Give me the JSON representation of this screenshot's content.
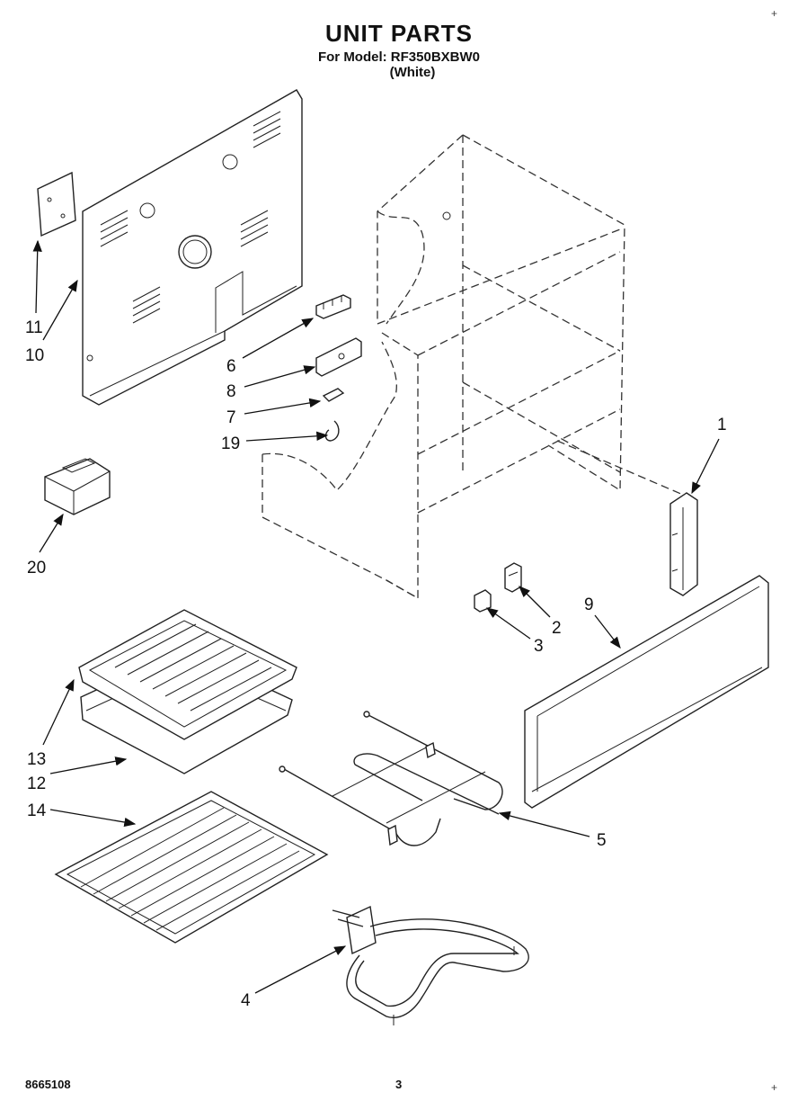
{
  "header": {
    "title": "UNIT PARTS",
    "model_line": "For Model: RF350BXBW0",
    "variant": "(White)"
  },
  "footer": {
    "doc_number": "8665108",
    "page_number": "3"
  },
  "corner_mark": "+",
  "callouts": {
    "c1": "1",
    "c2": "2",
    "c3": "3",
    "c4": "4",
    "c5": "5",
    "c6": "6",
    "c7": "7",
    "c8": "8",
    "c9": "9",
    "c10": "10",
    "c11": "11",
    "c12": "12",
    "c13": "13",
    "c14": "14",
    "c19": "19",
    "c20": "20"
  }
}
